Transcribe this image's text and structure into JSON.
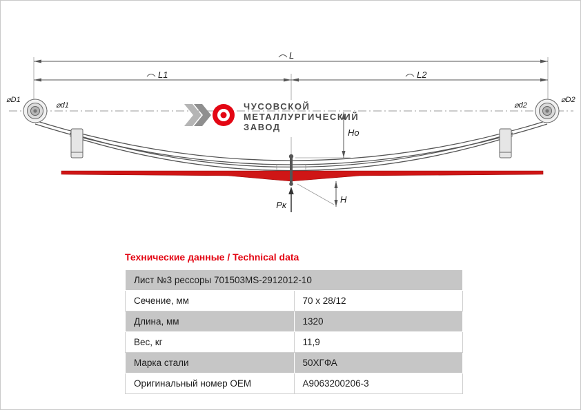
{
  "logo": {
    "line1": "ЧУСОВСКОЙ",
    "line2": "МЕТАЛЛУРГИЧЕСКИЙ",
    "line3": "ЗАВОД"
  },
  "drawing": {
    "labels": {
      "L": "L",
      "L1": "L1",
      "L2": "L2",
      "D1": "⌀D1",
      "d1": "⌀d1",
      "d2": "⌀d2",
      "D2": "⌀D2",
      "Ho": "Hо",
      "H": "H",
      "Pk": "Pк"
    }
  },
  "table": {
    "title": "Технические данные / Technical data",
    "header": "Лист №3 рессоры 701503MS-2912012-10",
    "rows": [
      {
        "label": "Сечение, мм",
        "value": "70 x 28/12"
      },
      {
        "label": "Длина, мм",
        "value": "1320"
      },
      {
        "label": "Вес, кг",
        "value": "11,9"
      },
      {
        "label": "Марка стали",
        "value": "50ХГФА"
      },
      {
        "label": "Оригинальный номер OEM",
        "value": "A9063200206-3"
      }
    ]
  },
  "colors": {
    "accent_red": "#e30613",
    "leaf_red": "#cf1616",
    "row_gray": "#c6c6c6"
  }
}
